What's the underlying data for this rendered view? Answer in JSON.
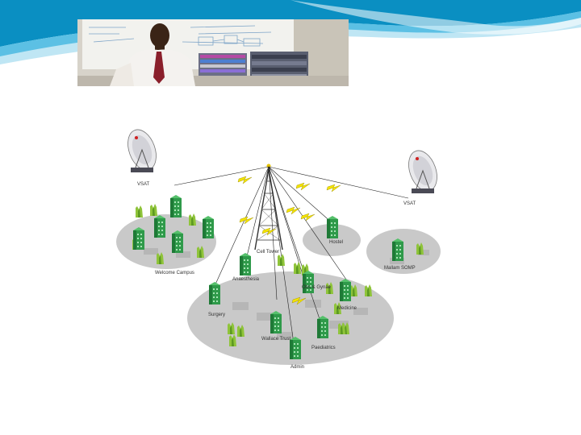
{
  "colors": {
    "banner_dark": "#0a8fc2",
    "banner_light": "#9fd8ee",
    "building_green": "#2f9a4a",
    "tree_green": "#8fc43a",
    "ground_grey": "#c9c9c9",
    "lightning_yellow": "#f3e300"
  },
  "photo": {
    "description_icons": [
      "presenter",
      "whiteboard",
      "network-equipment-rack"
    ]
  },
  "diagram": {
    "tower_label": "Cell Tower",
    "sites": [
      {
        "id": "main-campus",
        "label": "Welcome Campus"
      },
      {
        "id": "sat-left",
        "label": "VSAT"
      },
      {
        "id": "sat-right",
        "label": "VSAT"
      },
      {
        "id": "right-campus",
        "label": "Mallam SOMP"
      },
      {
        "id": "hostel",
        "label": "Hostel"
      },
      {
        "id": "anaesthesia",
        "label": "Anaesthesia"
      },
      {
        "id": "surgery",
        "label": "Surgery"
      },
      {
        "id": "clinic",
        "label": "Obs & Gynae"
      },
      {
        "id": "medicine",
        "label": "Medicine"
      },
      {
        "id": "hospital",
        "label": "Wallace Trust"
      },
      {
        "id": "paediatrics",
        "label": "Paediatrics"
      },
      {
        "id": "admin",
        "label": "Admin"
      }
    ]
  }
}
